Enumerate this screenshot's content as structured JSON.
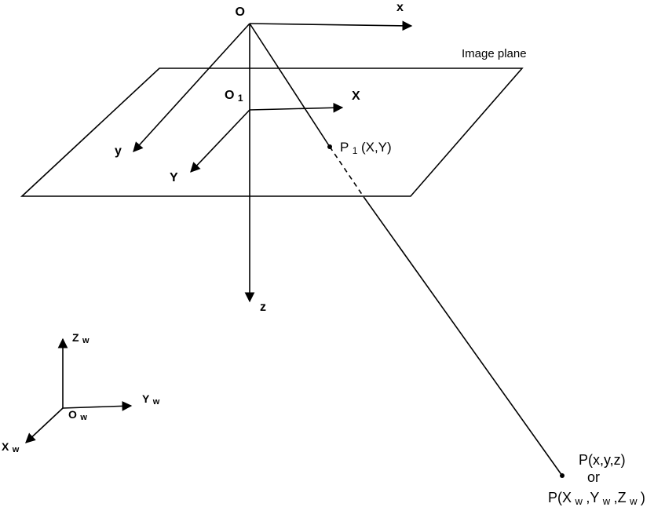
{
  "diagram": {
    "description": "Pinhole camera model coordinate systems diagram",
    "colors": {
      "line": "#000000",
      "background": "#ffffff"
    },
    "labels": {
      "camera_origin": "O",
      "camera_x_axis": "x",
      "camera_y_axis": "y",
      "camera_z_axis": "z",
      "image_plane": "Image plane",
      "image_origin": {
        "base": "O",
        "sub": "1"
      },
      "image_x_axis": "X",
      "image_y_axis": "Y",
      "image_point": {
        "base": "P",
        "sub": "1",
        "args": "(X,Y)"
      },
      "world_point": {
        "line1": "P(x,y,z)",
        "line2": "or",
        "line3": {
          "p1": "P(X",
          "s1": "w",
          "p2": ",Y",
          "s2": "w",
          "p3": ",Z",
          "s3": "w",
          "p4": ")"
        }
      },
      "world_origin": {
        "base": "O",
        "sub": "w"
      },
      "world_z_axis": {
        "base": "Z",
        "sub": "w"
      },
      "world_y_axis": {
        "base": "Y",
        "sub": "w"
      },
      "world_x_axis": {
        "base": "X",
        "sub": "w"
      }
    }
  }
}
